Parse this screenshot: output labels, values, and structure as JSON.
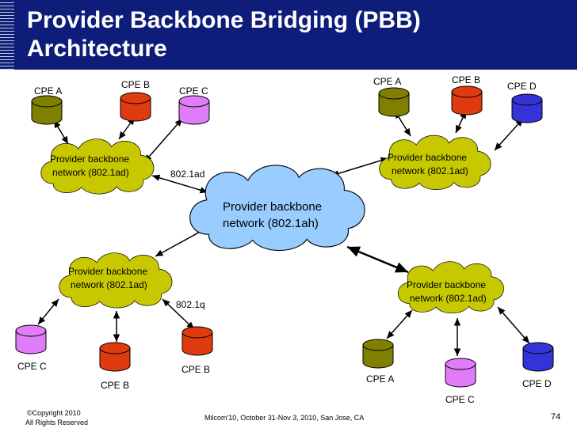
{
  "title": "Provider Backbone Bridging (PBB)\nArchitecture",
  "colors": {
    "title_bar": "#0f1d7a",
    "core_cloud": "#99ccff",
    "edge_cloud": "#c8c800",
    "cpe_olive": "#808000",
    "cpe_red": "#e03a10",
    "cpe_violet": "#e07cf8",
    "cpe_blue": "#3333d8"
  },
  "core": {
    "label_line1": "Provider backbone",
    "label_line2": "network (802.1ah)"
  },
  "edges": {
    "top_left": {
      "label_line1": "Provider backbone",
      "label_line2": "network (802.1ad)"
    },
    "top_right": {
      "label_line1": "Provider backbone",
      "label_line2": "network (802.1ad)"
    },
    "bottom_left": {
      "label_line1": "Provider backbone",
      "label_line2": "network (802.1ad)"
    },
    "bottom_right": {
      "label_line1": "Provider backbone",
      "label_line2": "network (802.1ad)"
    }
  },
  "link_labels": {
    "ad": "802.1ad",
    "q": "802.1q"
  },
  "cpe": {
    "tl_a": "CPE A",
    "tl_b": "CPE B",
    "tl_c": "CPE C",
    "tr_a": "CPE A",
    "tr_b": "CPE B",
    "tr_d": "CPE D",
    "bl_c": "CPE C",
    "bl_b1": "CPE B",
    "bl_b2": "CPE B",
    "br_a": "CPE A",
    "br_c": "CPE C",
    "br_d": "CPE D"
  },
  "footer": {
    "copyright_line1": "©Copyright  2010",
    "copyright_line2": "All Rights Reserved",
    "event": "Milcom'10, October 31-Nov 3, 2010,  San Jose, CA",
    "page_number": "74"
  }
}
